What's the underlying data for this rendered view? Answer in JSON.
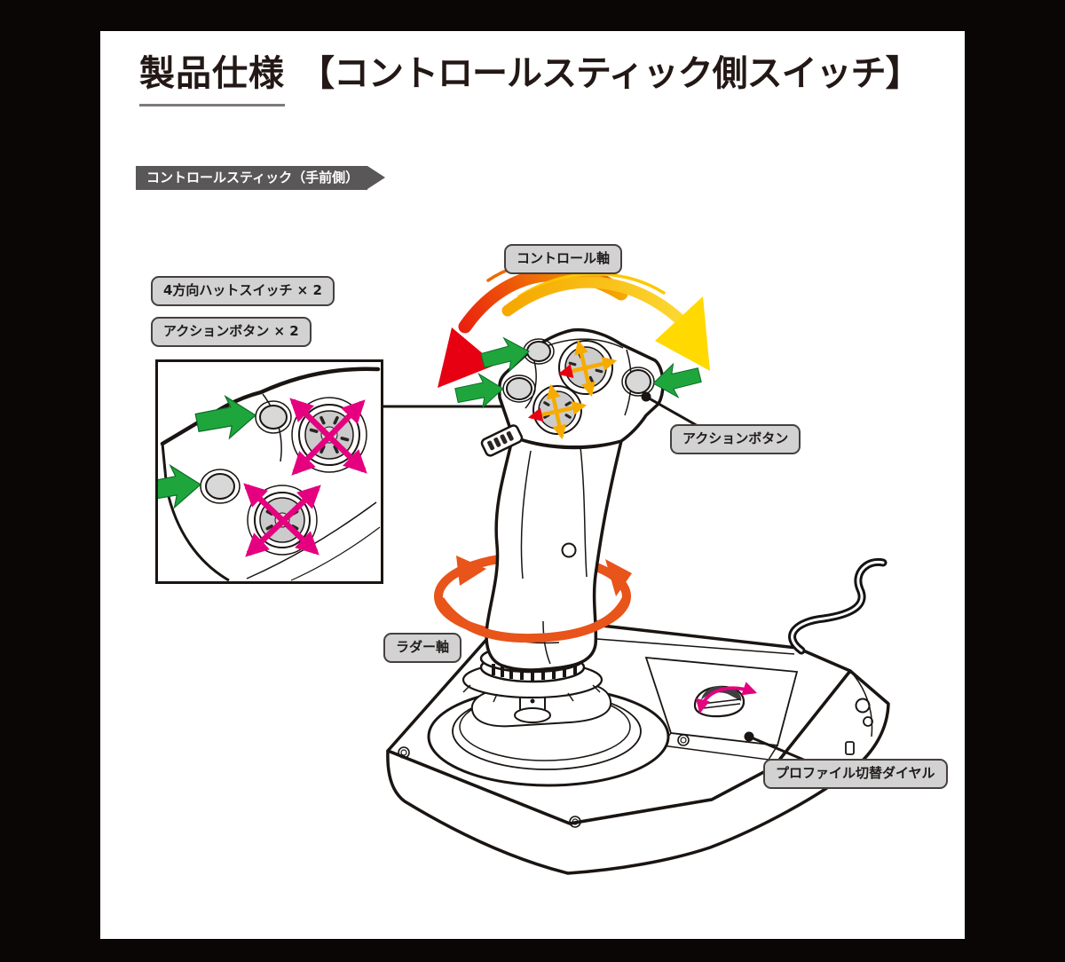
{
  "page": {
    "title": "製品仕様",
    "subtitle": "【コントロールスティック側スイッチ】",
    "banner": "コントロールスティック（手前側）"
  },
  "callouts": {
    "control_axis": "コントロール軸",
    "hat_switches": "4方向ハットスイッチ × 2",
    "action_buttons": "アクションボタン × 2",
    "action_button": "アクションボタン",
    "rudder_axis": "ラダー軸",
    "profile_dial": "プロファイル切替ダイヤル"
  },
  "colors": {
    "frame": "#0b0606",
    "paper": "#ffffff",
    "banner_bg": "#595757",
    "banner_text": "#ffffff",
    "label_bg": "#d2d2d3",
    "label_border": "#45403e",
    "label_text": "#1f1b1a",
    "line": "#1a1512",
    "title": "#231815",
    "underline": "#7d7a79",
    "green": "#1ea63c",
    "magenta": "#e4007f",
    "amber": "#f6ab00",
    "red": "#e60012",
    "orange": "#e8541a",
    "yellow": "#ffd900"
  }
}
